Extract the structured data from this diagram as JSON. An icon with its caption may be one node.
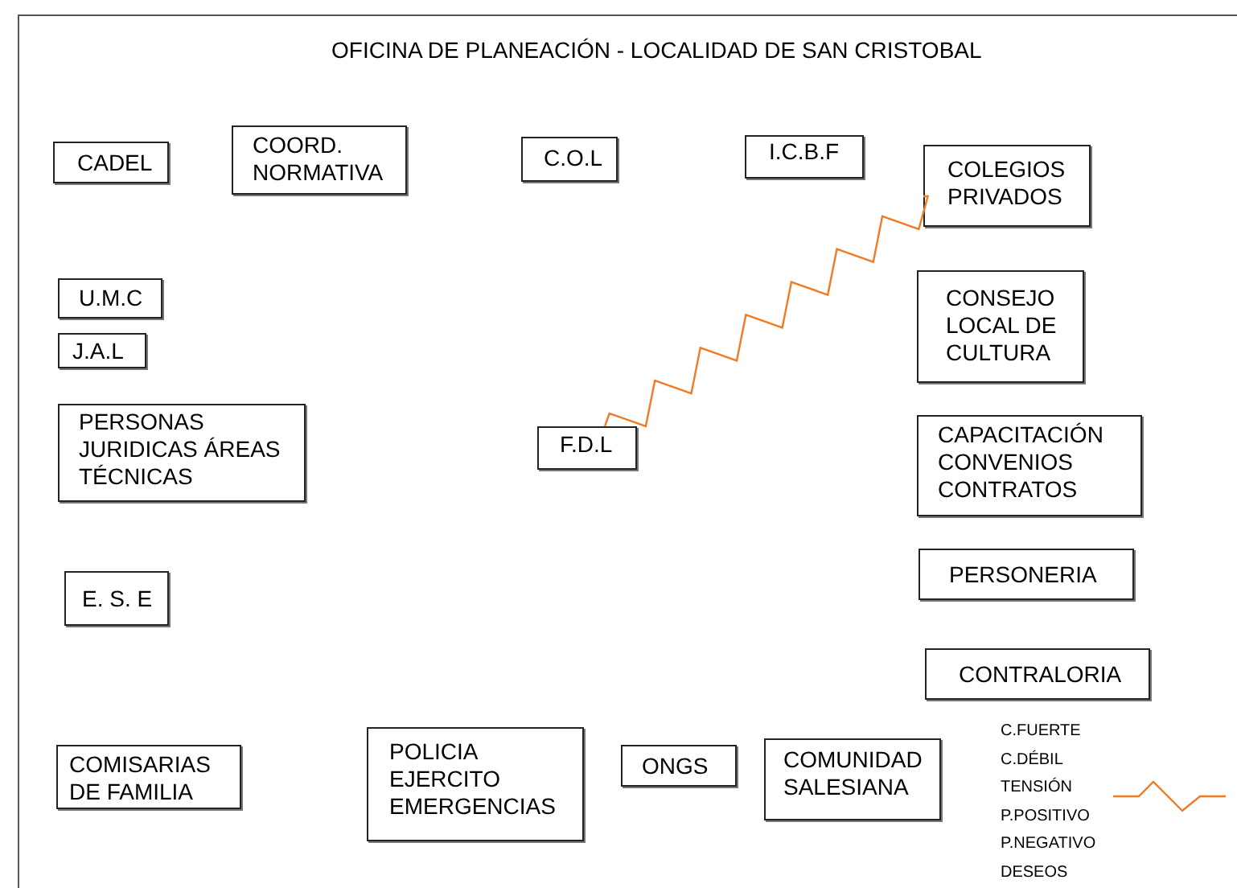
{
  "diagram": {
    "title": "OFICINA DE PLANEACIÓN - LOCALIDAD DE SAN CRISTOBAL",
    "nodes": [
      {
        "text": [
          "CADEL"
        ]
      },
      {
        "text": [
          "COORD. NORMATIVA"
        ]
      },
      {
        "text": [
          "C.O.L"
        ]
      },
      {
        "text": [
          "I.C.B.F"
        ]
      },
      {
        "text": [
          "COLEGIOS PRIVADOS"
        ]
      },
      {
        "text": [
          "U.M.C"
        ]
      },
      {
        "text": [
          "J.A.L"
        ]
      },
      {
        "text": [
          "CONSEJO LOCAL DE CULTURA"
        ]
      },
      {
        "text": [
          "PERSONAS JURIDICAS ÁREAS TÉCNICAS"
        ]
      },
      {
        "text": [
          "F.D.L"
        ]
      },
      {
        "text": [
          "CAPACITACIÓN CONVENIOS CONTRATOS"
        ]
      },
      {
        "text": [
          "E. S. E"
        ]
      },
      {
        "text": [
          "PERSONERIA"
        ]
      },
      {
        "text": [
          "CONTRALORIA"
        ]
      },
      {
        "text": [
          "COMISARIAS DE FAMILIA"
        ]
      },
      {
        "text": [
          "POLICIA EJERCITO EMERGENCIAS"
        ]
      },
      {
        "text": [
          "ONGS"
        ]
      },
      {
        "text": [
          "COMUNIDAD SALESIANA"
        ]
      }
    ],
    "edges": [
      {
        "from": 9,
        "to": 4,
        "arrow": "none",
        "color": "#f07b24"
      }
    ],
    "legend": [
      {
        "text": "C.FUERTE"
      },
      {
        "text": "C.DÉBIL"
      },
      {
        "text": "TENSIÓN"
      },
      {
        "text": "P.POSITIVO"
      },
      {
        "text": "P.NEGATIVO"
      },
      {
        "text": "DESEOS"
      }
    ]
  }
}
